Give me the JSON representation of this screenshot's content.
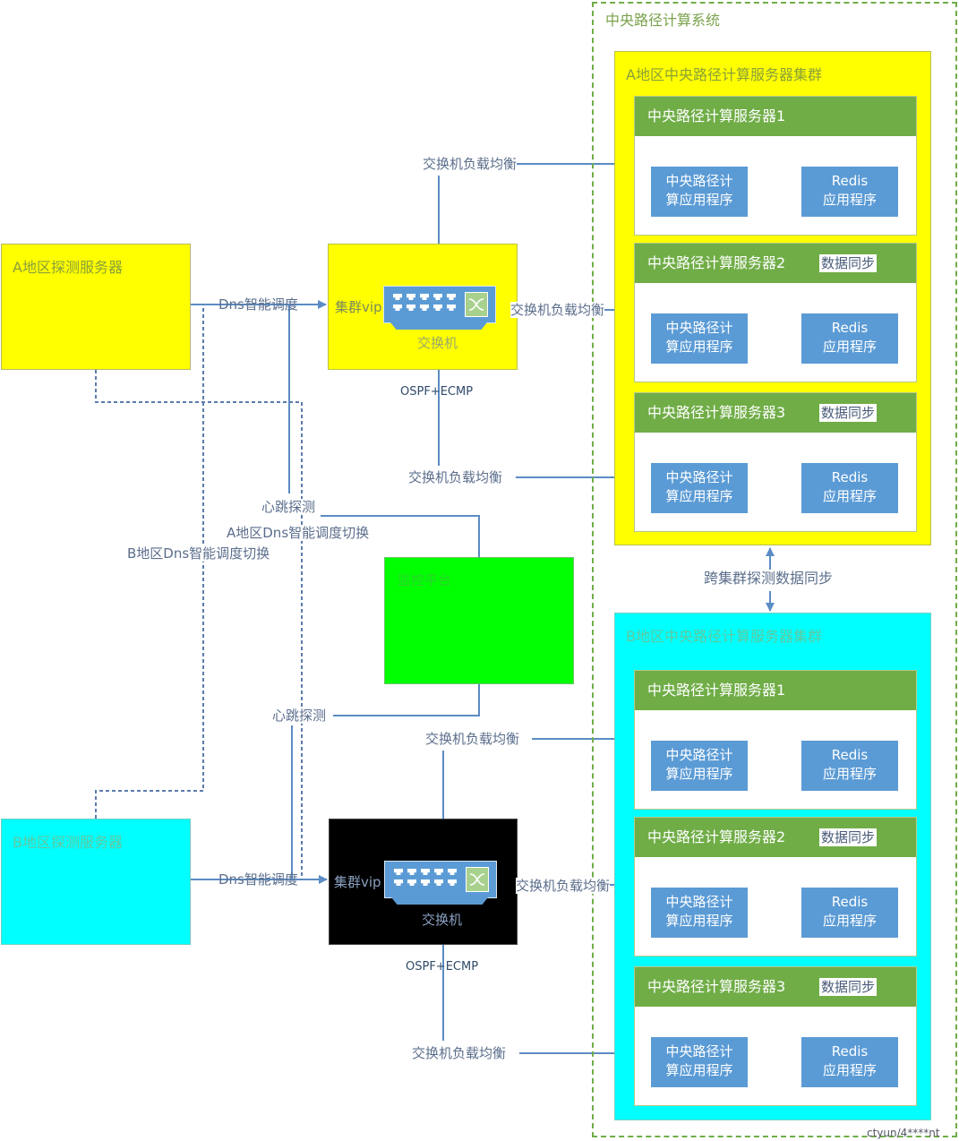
{
  "system": {
    "title": "中央路径计算系统",
    "cluster_a": {
      "title": "A地区中央路径计算服务器集群",
      "servers": [
        {
          "title": "中央路径计算服务器1",
          "sync": "",
          "app": "中央路径计\n算应用程序",
          "redis": "Redis\n应用程序"
        },
        {
          "title": "中央路径计算服务器2",
          "sync": "数据同步",
          "app": "中央路径计\n算应用程序",
          "redis": "Redis\n应用程序"
        },
        {
          "title": "中央路径计算服务器3",
          "sync": "数据同步",
          "app": "中央路径计\n算应用程序",
          "redis": "Redis\n应用程序"
        }
      ]
    },
    "cluster_b": {
      "title": "B地区中央路径计算服务器集群",
      "servers": [
        {
          "title": "中央路径计算服务器1",
          "sync": "",
          "app": "中央路径计\n算应用程序",
          "redis": "Redis\n应用程序"
        },
        {
          "title": "中央路径计算服务器2",
          "sync": "数据同步",
          "app": "中央路径计\n算应用程序",
          "redis": "Redis\n应用程序"
        },
        {
          "title": "中央路径计算服务器3",
          "sync": "数据同步",
          "app": "中央路径计\n算应用程序",
          "redis": "Redis\n应用程序"
        }
      ]
    },
    "cross_sync_label": "跨集群探测数据同步"
  },
  "probes": {
    "a": "A地区探测服务器",
    "b": "B地区探测服务器"
  },
  "monitor": {
    "title": "监控平台"
  },
  "switch_a": {
    "vip": "集群vip",
    "name": "交换机",
    "routing": "OSPF+ECMP"
  },
  "switch_b": {
    "vip": "集群vip",
    "name": "交换机",
    "routing": "OSPF+ECMP"
  },
  "labels": {
    "dns_a": "Dns智能调度",
    "dns_b": "Dns智能调度",
    "lb_a_top": "交换机负载均衡",
    "lb_a_mid": "交换机负载均衡",
    "lb_a_bot": "交换机负载均衡",
    "lb_b_top": "交换机负载均衡",
    "lb_b_mid": "交换机负载均衡",
    "lb_b_bot": "交换机负载均衡",
    "heartbeat_a": "心跳探测",
    "heartbeat_b": "心跳探测",
    "switch_a_dns": "A地区Dns智能调度切换",
    "switch_b_dns": "B地区Dns智能调度切换"
  },
  "watermark": "ctyun/4****nt",
  "colors": {
    "line": "#5b8cc4",
    "server_header": "#70ad47",
    "app_box": "#5b9bd5",
    "cluster_a": "#ffff00",
    "cluster_b": "#00ffff",
    "monitor": "#00ff00"
  }
}
